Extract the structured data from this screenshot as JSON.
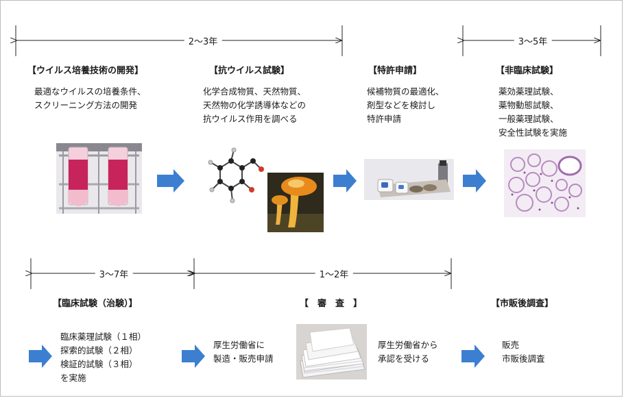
{
  "colors": {
    "arrow": "#3c7fd1",
    "line": "#222222",
    "tube_liquid": "#c7245c"
  },
  "spans": {
    "row1_left": "2～3年",
    "row1_right": "3～5年",
    "row2_left": "3～7年",
    "row2_right": "1～2年"
  },
  "stages": {
    "virus": {
      "title": "【ウイルス培養技術の開発】",
      "lines": [
        "最適なウイルスの培養条件、",
        "スクリーニング方法の開発"
      ]
    },
    "antiviral": {
      "title": "【抗ウイルス試験】",
      "lines": [
        "化学合成物質、天然物質、",
        "天然物の化学誘導体などの",
        "抗ウイルス作用を調べる"
      ]
    },
    "patent": {
      "title": "【特許申請】",
      "lines": [
        "候補物質の最適化、",
        "剤型などを検討し",
        "特許申請"
      ]
    },
    "nonclinical": {
      "title": "【非臨床試験】",
      "lines": [
        "薬効薬理試験、",
        "薬物動態試験、",
        "一般薬理試験、",
        "安全性試験を実施"
      ]
    },
    "clinical": {
      "title": "【臨床試験（治験）】",
      "lines": [
        "臨床薬理試験（１相）",
        "探索的試験（２相）",
        "検証的試験（３相）",
        "を実施"
      ]
    },
    "review": {
      "title": "【　審　査　】",
      "left_lines": [
        "厚生労働省に",
        "製造・販売申請"
      ],
      "right_lines": [
        "厚生労働省から",
        "承認を受ける"
      ]
    },
    "market": {
      "title": "【市販後調査】",
      "lines": [
        "販売",
        "市販後調査"
      ]
    }
  }
}
